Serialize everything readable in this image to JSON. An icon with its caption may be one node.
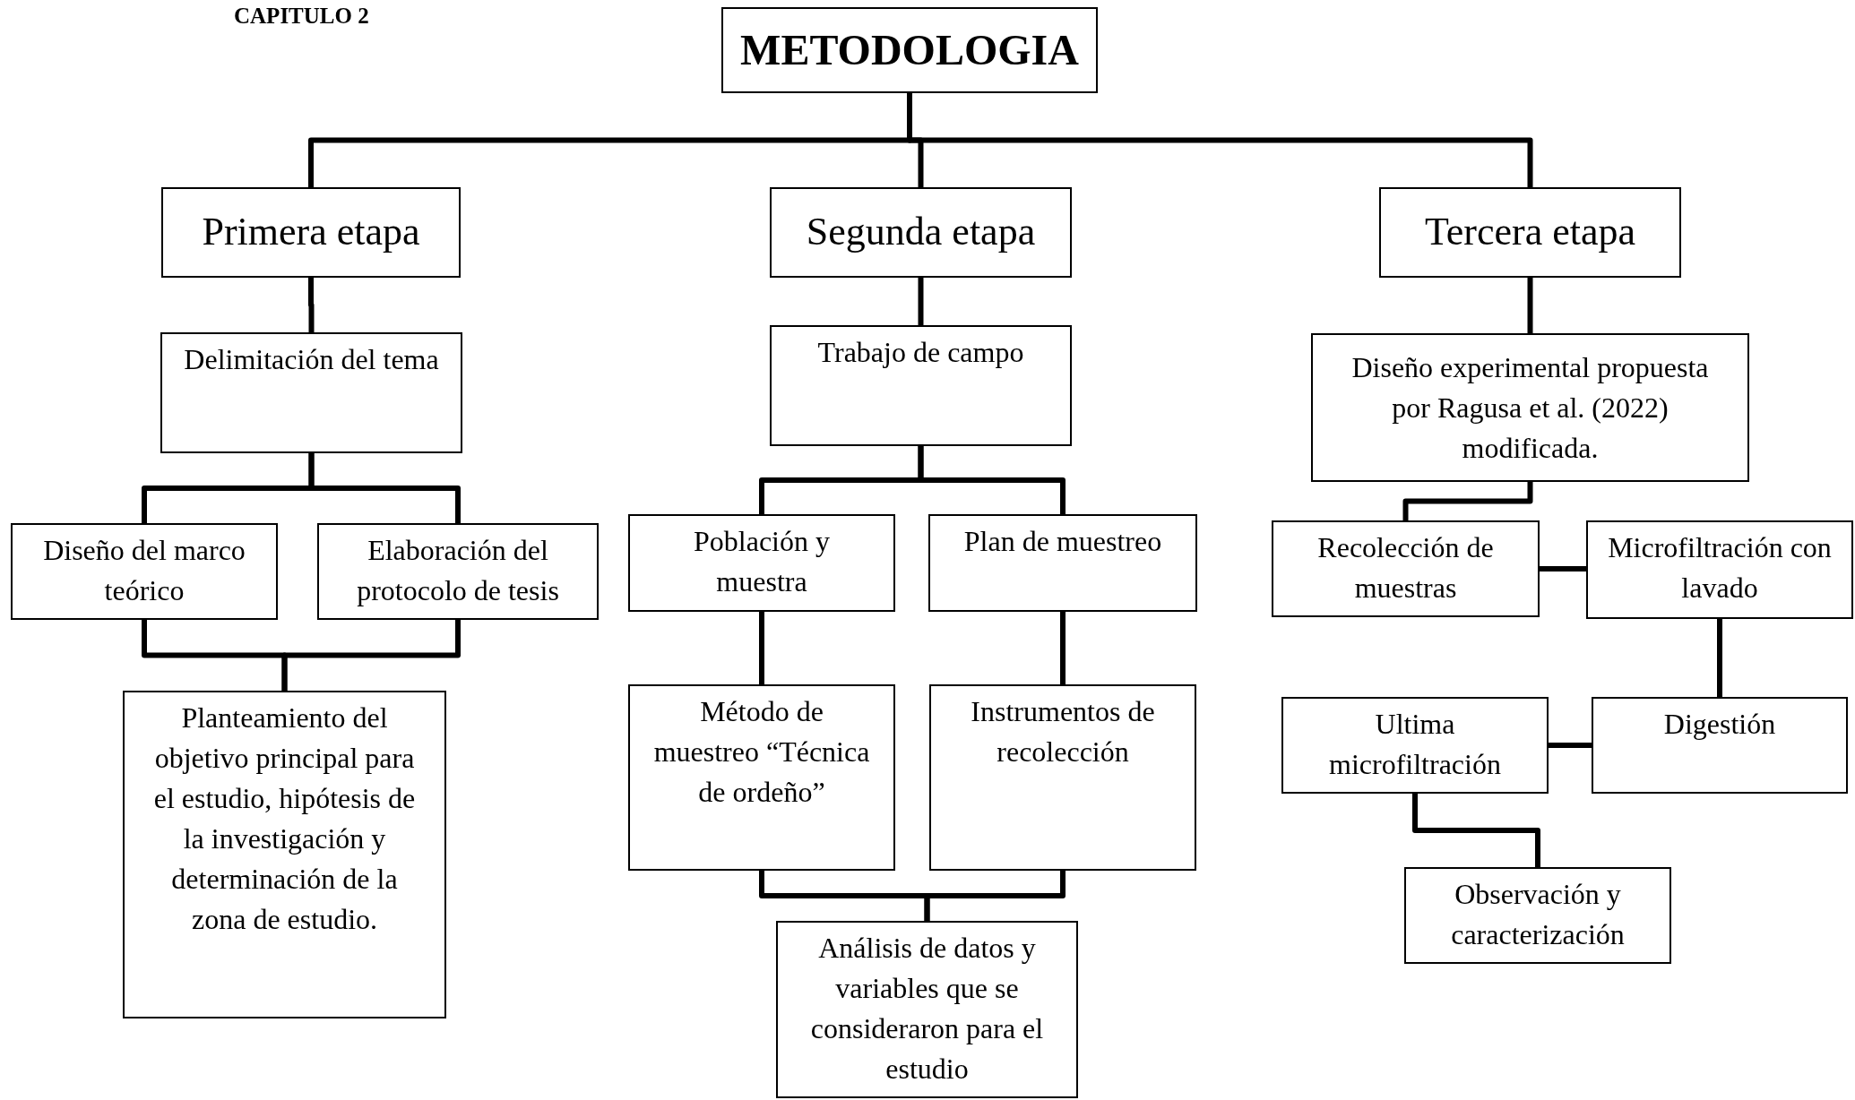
{
  "diagram": {
    "nodes": [
      {
        "text": [
          "METODOLOGIA"
        ]
      },
      {
        "text": [
          "Primera etapa"
        ]
      },
      {
        "text": [
          "Segunda etapa"
        ]
      },
      {
        "text": [
          "Tercera etapa"
        ]
      },
      {
        "text": [
          "Delimitación del tema"
        ]
      },
      {
        "text": [
          "Diseño del marco teórico"
        ]
      },
      {
        "text": [
          "Elaboración del protocolo de tesis"
        ]
      },
      {
        "text": [
          "Planteamiento del objetivo principal para el estudio, hipótesis de la investigación y determinación de la zona de estudio."
        ]
      },
      {
        "text": [
          "Trabajo de campo"
        ]
      },
      {
        "text": [
          "Población y muestra"
        ]
      },
      {
        "text": [
          "Plan de muestreo"
        ]
      },
      {
        "text": [
          "Método de muestreo “Técnica de ordeño”"
        ]
      },
      {
        "text": [
          "Instrumentos de recolección"
        ]
      },
      {
        "text": [
          "Análisis de datos y variables que se consideraron para el estudio"
        ]
      },
      {
        "text": [
          "Diseño experimental propuesta por Ragusa et al. (2022) modificada."
        ]
      },
      {
        "text": [
          "Recolección de muestras"
        ]
      },
      {
        "text": [
          "Microfiltración con lavado"
        ]
      },
      {
        "text": [
          "Ultima microfiltración"
        ]
      },
      {
        "text": [
          "Digestión"
        ]
      },
      {
        "text": [
          "Observación y caracterización"
        ]
      }
    ],
    "edges": [
      {
        "from": 0,
        "to": 1,
        "arrow": "none"
      },
      {
        "from": 0,
        "to": 2,
        "arrow": "none"
      },
      {
        "from": 0,
        "to": 3,
        "arrow": "none"
      },
      {
        "from": 1,
        "to": 4,
        "arrow": "none"
      },
      {
        "from": 4,
        "to": 5,
        "arrow": "none"
      },
      {
        "from": 4,
        "to": 6,
        "arrow": "none"
      },
      {
        "from": 5,
        "to": 7,
        "arrow": "none"
      },
      {
        "from": 6,
        "to": 7,
        "arrow": "none"
      },
      {
        "from": 2,
        "to": 8,
        "arrow": "none"
      },
      {
        "from": 8,
        "to": 9,
        "arrow": "none"
      },
      {
        "from": 8,
        "to": 10,
        "arrow": "none"
      },
      {
        "from": 9,
        "to": 11,
        "arrow": "none"
      },
      {
        "from": 10,
        "to": 12,
        "arrow": "none"
      },
      {
        "from": 11,
        "to": 13,
        "arrow": "none"
      },
      {
        "from": 12,
        "to": 13,
        "arrow": "none"
      },
      {
        "from": 3,
        "to": 14,
        "arrow": "none"
      },
      {
        "from": 14,
        "to": 15,
        "arrow": "none"
      },
      {
        "from": 15,
        "to": 16,
        "arrow": "none"
      },
      {
        "from": 16,
        "to": 18,
        "arrow": "none"
      },
      {
        "from": 18,
        "to": 17,
        "arrow": "none"
      },
      {
        "from": 17,
        "to": 19,
        "arrow": "none"
      }
    ],
    "labels": [
      "CAPITULO 2"
    ]
  }
}
